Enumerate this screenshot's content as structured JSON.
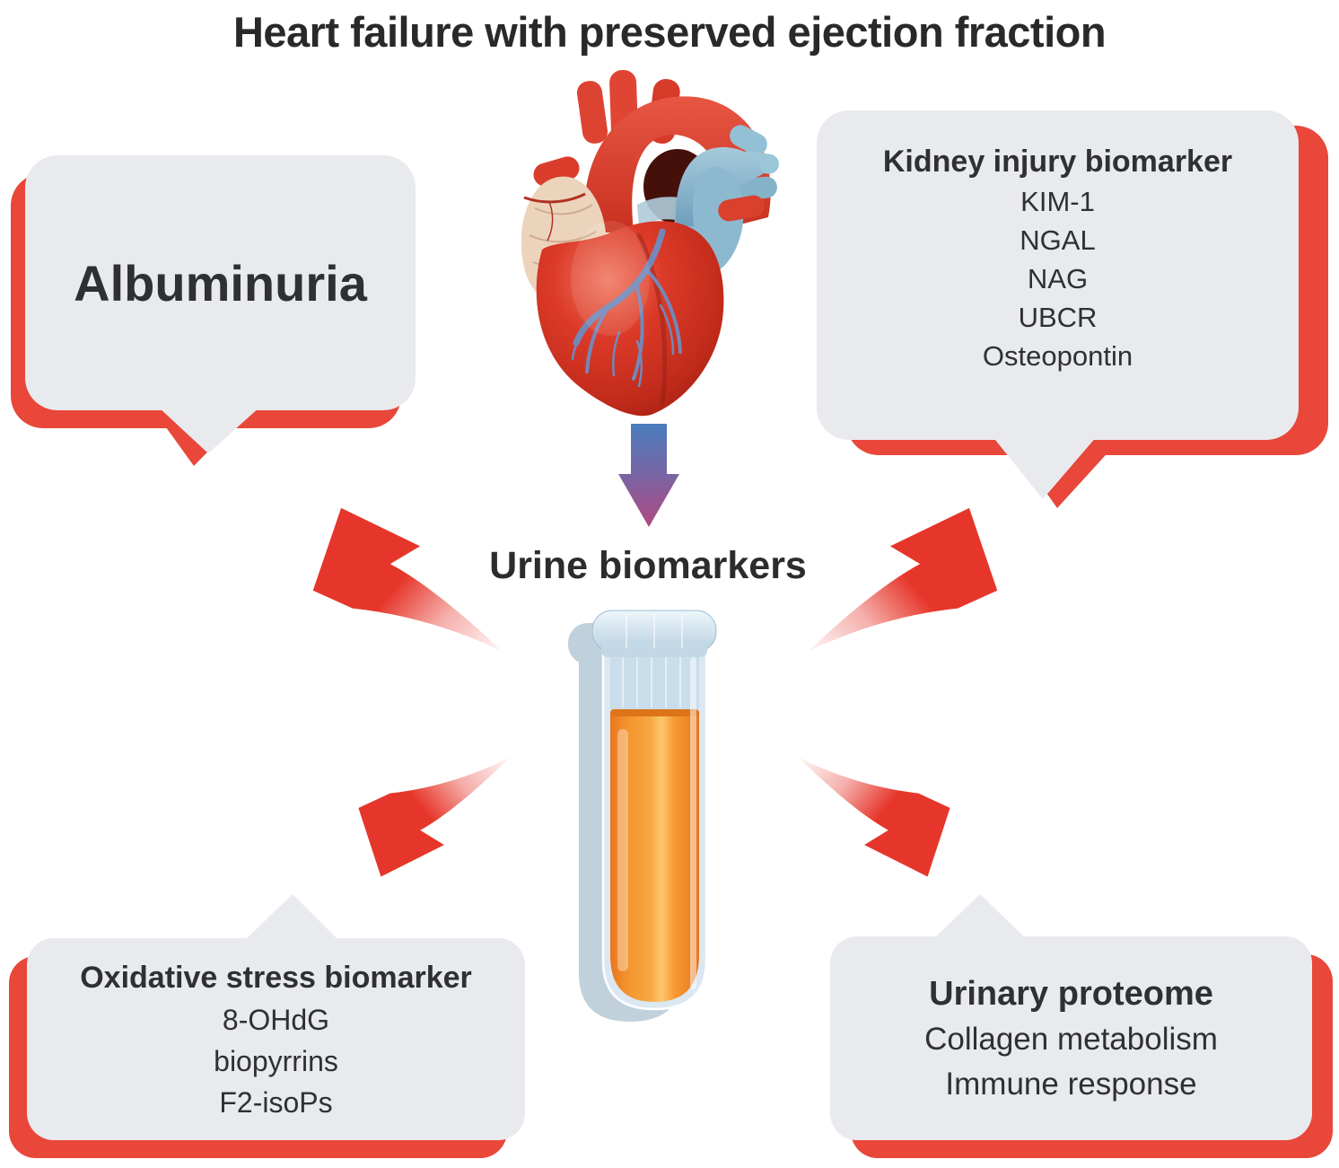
{
  "title": "Heart failure with preserved ejection fraction",
  "center": {
    "flow_label": "Urine biomarkers"
  },
  "bubbles": {
    "albuminuria": {
      "title": "Albuminuria"
    },
    "kidney": {
      "title": "Kidney injury biomarker",
      "items": [
        "KIM-1",
        "NGAL",
        "NAG",
        "UBCR",
        "Osteopontin"
      ]
    },
    "oxidative": {
      "title": "Oxidative stress biomarker",
      "items": [
        "8-OHdG",
        "biopyrrins",
        "F2-isoPs"
      ]
    },
    "proteome": {
      "title": "Urinary proteome",
      "items": [
        "Collagen metabolism",
        "Immune response"
      ]
    }
  },
  "icons": {
    "heart": "anatomical-heart-illustration",
    "test_tube": "urine-test-tube-illustration",
    "down_arrow": "gradient-down-arrow",
    "swoosh_arrow": "curved-red-arrow"
  },
  "colors": {
    "background": "#ffffff",
    "text_dark": "#2b2c2e",
    "bubble_gray": "#e9eaee",
    "accent_red": "#e8473a",
    "arrow_red": "#e6362b",
    "down_arrow_top": "#4a7dbe",
    "down_arrow_bottom": "#b04a82",
    "urine_orange": "#f0861f",
    "glass_blue": "#c6dbe9"
  }
}
